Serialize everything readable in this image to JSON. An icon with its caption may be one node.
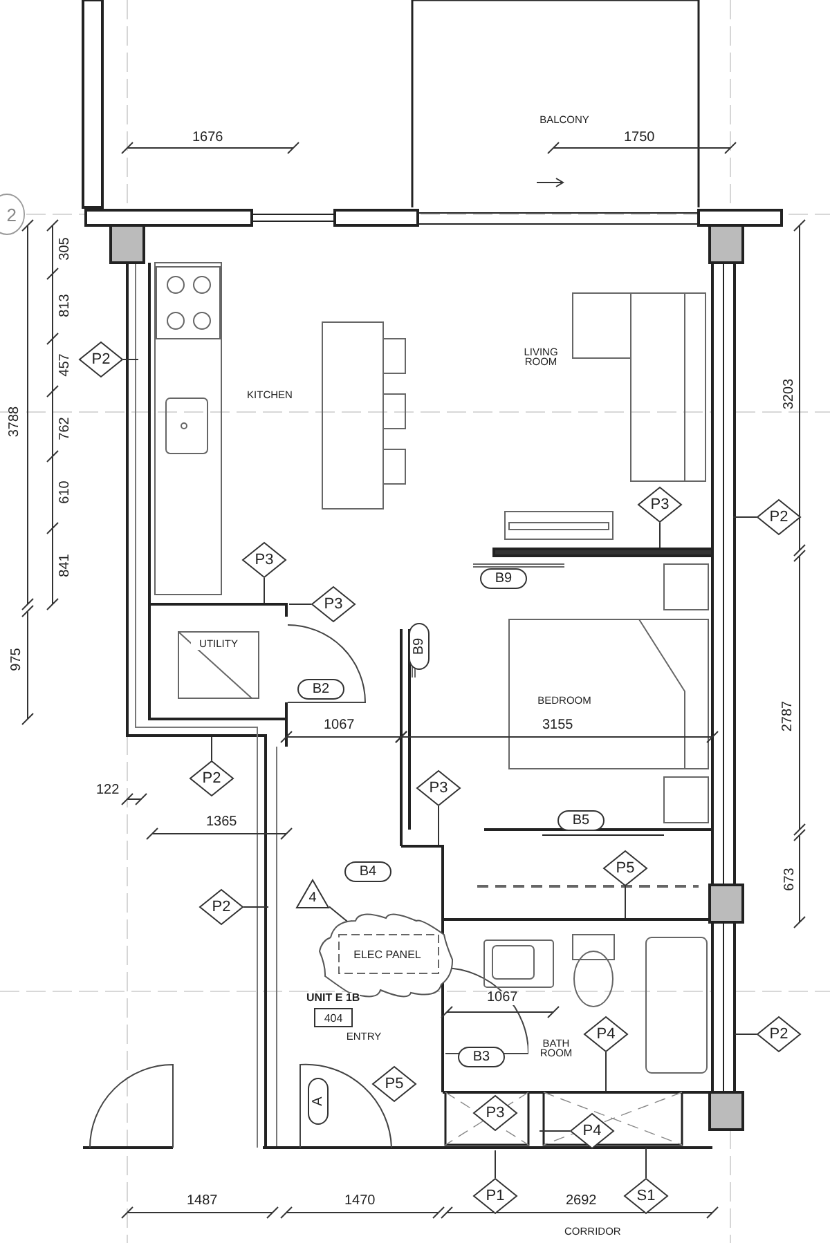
{
  "diagram": {
    "nodes": [
      {
        "text": [
          "2"
        ]
      },
      {
        "text": [
          "P2"
        ]
      },
      {
        "text": [
          "P3"
        ]
      },
      {
        "text": [
          "P2"
        ]
      },
      {
        "text": [
          "B9"
        ]
      },
      {
        "text": [
          "P3"
        ]
      },
      {
        "text": [
          "P3"
        ]
      },
      {
        "text": [
          "B9"
        ]
      },
      {
        "text": [
          "B2"
        ]
      },
      {
        "text": [
          "P2"
        ]
      },
      {
        "text": [
          "P3"
        ]
      },
      {
        "text": [
          "B5"
        ]
      },
      {
        "text": [
          "P5"
        ]
      },
      {
        "text": [
          "B4"
        ]
      },
      {
        "text": [
          "4"
        ]
      },
      {
        "text": [
          "P2"
        ]
      },
      {
        "text": [
          "ELEC PANEL"
        ]
      },
      {
        "text": [
          "404"
        ]
      },
      {
        "text": [
          "P4"
        ]
      },
      {
        "text": [
          "P2"
        ]
      },
      {
        "text": [
          "B3"
        ]
      },
      {
        "text": [
          "P5"
        ]
      },
      {
        "text": [
          "A"
        ]
      },
      {
        "text": [
          "P3"
        ]
      },
      {
        "text": [
          "P4"
        ]
      },
      {
        "text": [
          "P1"
        ]
      },
      {
        "text": [
          "S1"
        ]
      }
    ],
    "edges": [
      {
        "from": 1,
        "to": null,
        "arrow": "none"
      },
      {
        "from": 2,
        "to": null,
        "arrow": "none"
      },
      {
        "from": 3,
        "to": null,
        "arrow": "none"
      },
      {
        "from": 5,
        "to": null,
        "arrow": "none"
      },
      {
        "from": 6,
        "to": null,
        "arrow": "none"
      },
      {
        "from": 9,
        "to": null,
        "arrow": "none"
      },
      {
        "from": 10,
        "to": null,
        "arrow": "none"
      },
      {
        "from": 12,
        "to": null,
        "arrow": "none"
      },
      {
        "from": 14,
        "to": 16,
        "arrow": "none"
      },
      {
        "from": 15,
        "to": null,
        "arrow": "none"
      },
      {
        "from": 18,
        "to": null,
        "arrow": "none"
      },
      {
        "from": 19,
        "to": null,
        "arrow": "none"
      },
      {
        "from": 24,
        "to": null,
        "arrow": "none"
      },
      {
        "from": 25,
        "to": null,
        "arrow": "none"
      },
      {
        "from": 26,
        "to": null,
        "arrow": "none"
      }
    ],
    "labels": [
      "1676",
      "BALCONY",
      "1750",
      "305",
      "813",
      "457",
      "LIVING ROOM",
      "KITCHEN",
      "3203",
      "3788",
      "762",
      "610",
      "841",
      "UTILITY",
      "975",
      "BEDROOM",
      "2787",
      "1067",
      "3155",
      "122",
      "1365",
      "673",
      "UNIT E 1B",
      "1067",
      "ENTRY",
      "BATH ROOM",
      "1487",
      "1470",
      "2692",
      "CORRIDOR"
    ]
  }
}
